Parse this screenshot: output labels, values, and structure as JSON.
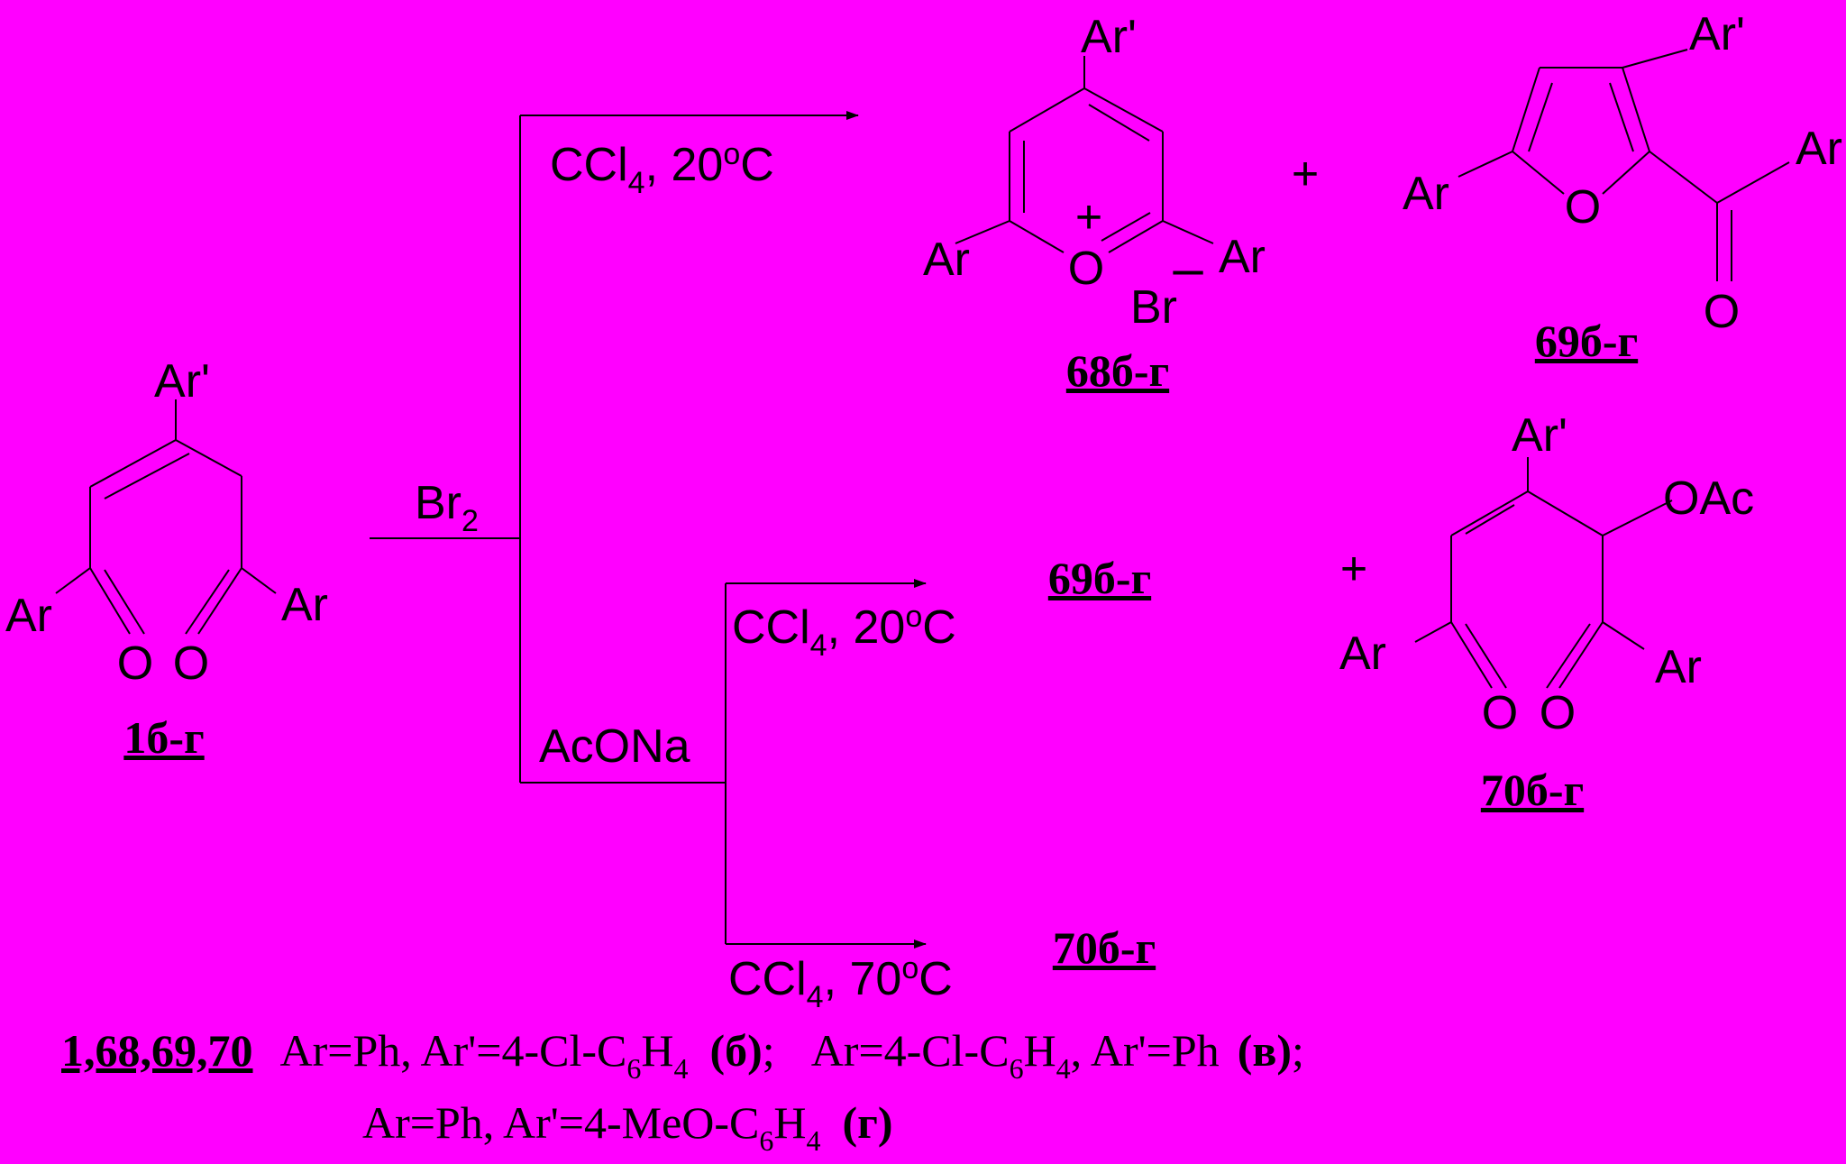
{
  "reagents": {
    "br2": "Br",
    "br2_sub": "2",
    "acona": "AcONa",
    "ccl4": "CCl",
    "ccl4_sub": "4",
    "sep": ", ",
    "t20": "20",
    "t70": "70",
    "deg": "o",
    "celsius": "C"
  },
  "atoms": {
    "ar": "Ar",
    "arp": "Ar'",
    "o": "O",
    "oac": "OAc",
    "br": "Br",
    "plus_charge": "+",
    "minus_charge": "–"
  },
  "operators": {
    "plus": "+"
  },
  "compounds": {
    "c1": "1б-г",
    "c68": "68б-г",
    "c69": "69б-г",
    "c70": "70б-г"
  },
  "footnote": {
    "label": "1,68,69,70",
    "line1_a": "Ar=Ph, Ar'=4-Cl-C",
    "line1_b": "H",
    "line1_c": "(б)",
    "line1_d": ";",
    "line1_e": "Ar=4-Cl-C",
    "line1_f": "H",
    "line1_g": ", Ar'=Ph",
    "line1_h": "(в)",
    "line1_i": ";",
    "line2_a": "Ar=Ph, Ar'=4-MeO-C",
    "line2_b": "H",
    "line2_c": "(г)",
    "sub6": "6",
    "sub4": "4"
  }
}
